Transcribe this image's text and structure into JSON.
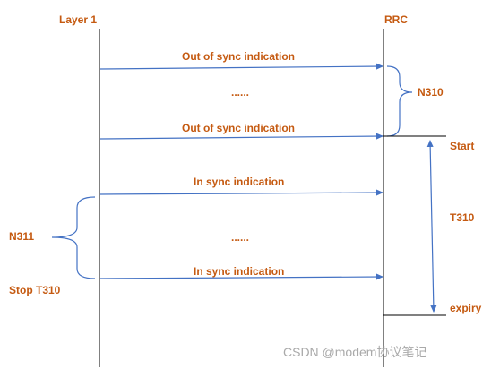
{
  "labels": {
    "layer1": "Layer 1",
    "rrc": "RRC",
    "out_sync_1": "Out of sync indication",
    "dots_top": "......",
    "out_sync_2": "Out of sync indication",
    "n310": "N310",
    "start": "Start",
    "in_sync_1": "In sync indication",
    "t310": "T310",
    "n311": "N311",
    "dots_bottom": "......",
    "in_sync_2": "In sync indication",
    "stop_t310": "Stop T310",
    "expiry": "expiry"
  },
  "watermark": "CSDN @modem协议笔记",
  "colors": {
    "label": "#c55a11",
    "arrow": "#4472c4",
    "lifeline": "#000000",
    "watermark": "#a9a9a9"
  }
}
